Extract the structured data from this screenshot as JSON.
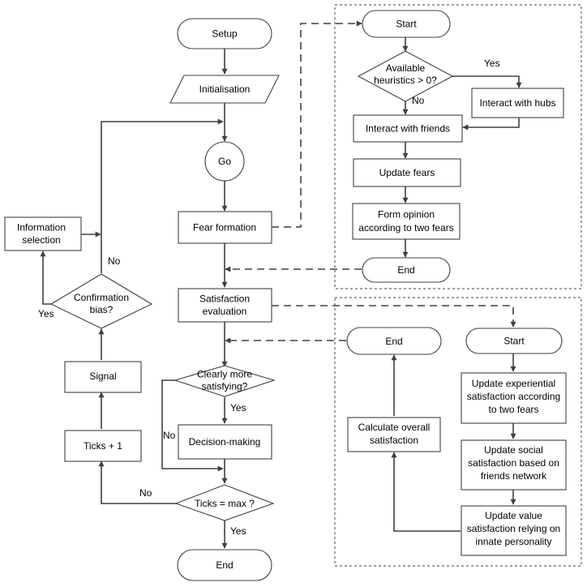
{
  "nodes": {
    "setup": "Setup",
    "initialisation": "Initialisation",
    "go": "Go",
    "fear_formation": "Fear formation",
    "satisfaction_evaluation": [
      "Satisfaction",
      "evaluation"
    ],
    "clearly_more_satisfying": [
      "Clearly more",
      "satisfying?"
    ],
    "decision_making": "Decision-making",
    "ticks_max": "Ticks = max ?",
    "end_main": "End",
    "ticks_plus_one": "Ticks + 1",
    "signal": "Signal",
    "confirmation_bias": [
      "Confirmation",
      "bias?"
    ],
    "information_selection": [
      "Information",
      "selection"
    ],
    "fear_start": "Start",
    "available_heuristics": [
      "Available",
      "heuristics > 0?"
    ],
    "interact_with_hubs": "Interact with hubs",
    "interact_with_friends": "Interact with friends",
    "update_fears": "Update fears",
    "form_opinion": [
      "Form opinion",
      "according to two fears"
    ],
    "fear_end": "End",
    "sat_start": "Start",
    "update_experiential": [
      "Update experiential",
      "satisfaction according",
      "to two fears"
    ],
    "update_social": [
      "Update social",
      "satisfaction based on",
      "friends network"
    ],
    "update_value": [
      "Update value",
      "satisfaction relying on",
      "innate personality"
    ],
    "calculate_overall": [
      "Calculate overall",
      "satisfaction"
    ],
    "sat_end": "End"
  },
  "edge_labels": {
    "yes_hubs": "Yes",
    "no_friends": "No",
    "yes_decision": "Yes",
    "no_clearly": "No",
    "no_ticks": "No",
    "yes_end": "Yes",
    "no_confirmation": "No",
    "yes_confirmation": "Yes"
  }
}
